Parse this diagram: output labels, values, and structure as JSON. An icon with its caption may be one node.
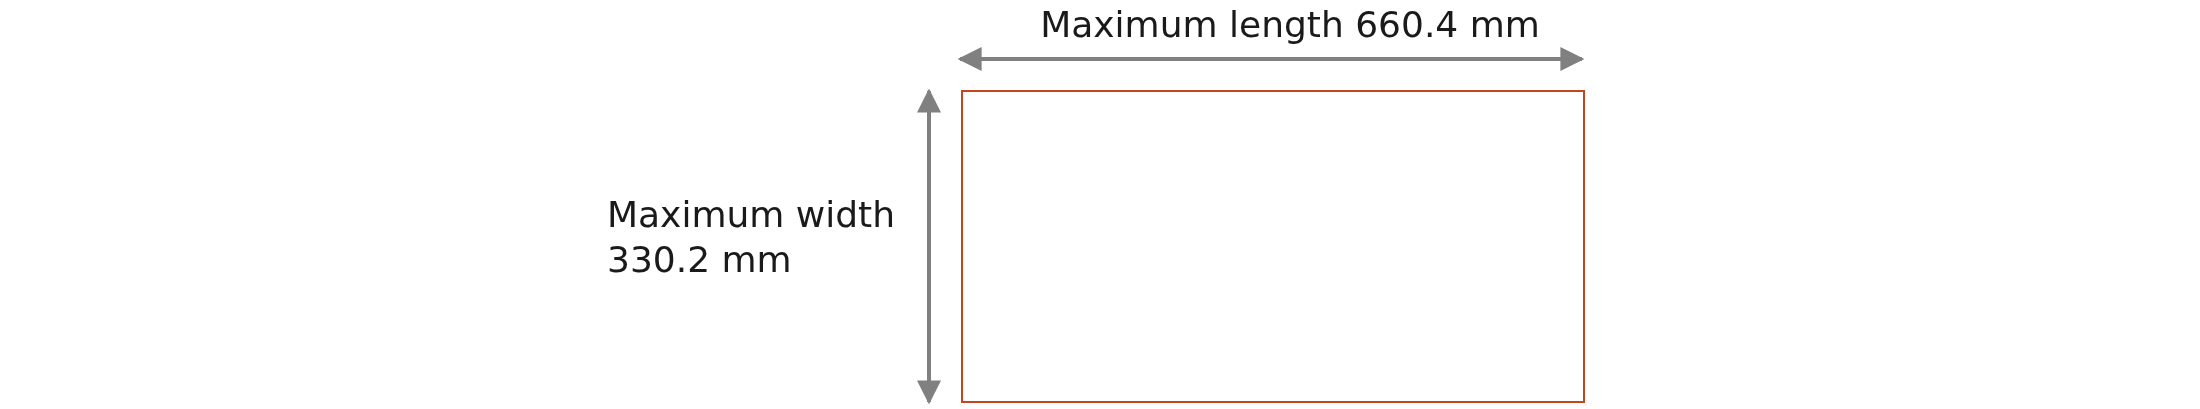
{
  "diagram": {
    "nodes": [
      {
        "text": [],
        "shape": "box"
      }
    ],
    "labels": [
      "Maximum length 660.4 mm",
      "Maximum width 330.2 mm"
    ]
  }
}
